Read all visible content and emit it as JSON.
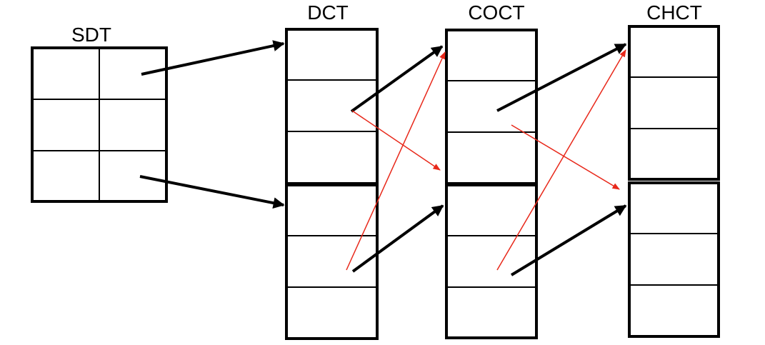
{
  "colors": {
    "outline": "#000000",
    "red_arrow": "#e8281a",
    "background": "#ffffff"
  },
  "tables": {
    "sdt": {
      "label": "SDT"
    },
    "dct": {
      "label": "DCT"
    },
    "coct": {
      "label": "COCT"
    },
    "chct": {
      "label": "CHCT"
    }
  }
}
